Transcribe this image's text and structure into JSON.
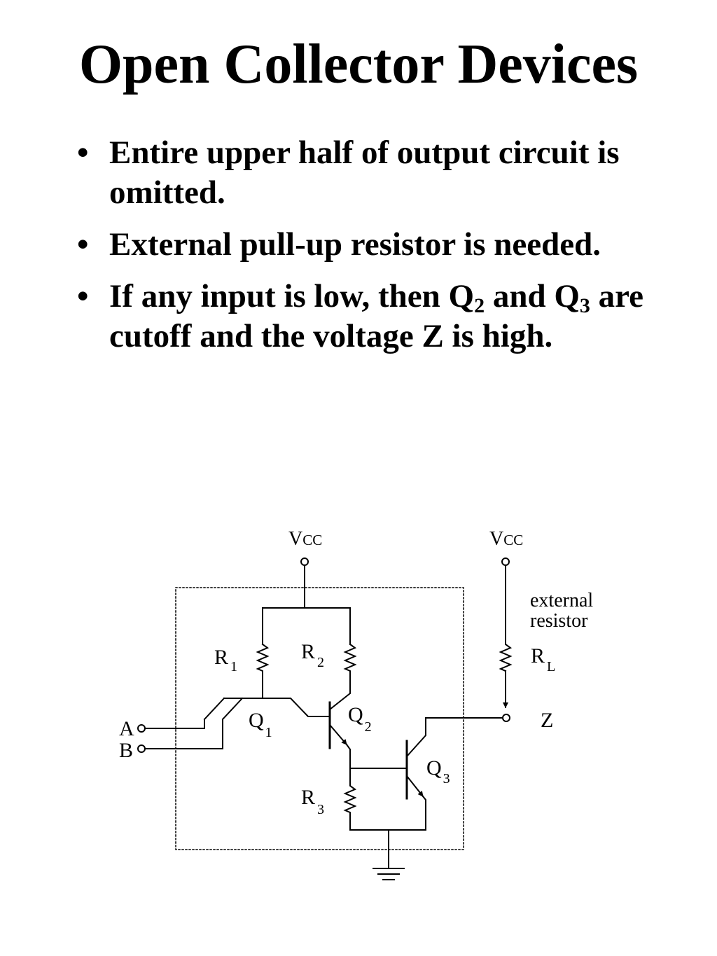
{
  "slide": {
    "title": "Open Collector Devices",
    "bullet_symbol": "•"
  },
  "bullets": [
    {
      "segments": [
        {
          "text": "Entire upper half of output circuit is omitted."
        }
      ]
    },
    {
      "segments": [
        {
          "text": "External pull-up resistor is needed."
        }
      ]
    },
    {
      "segments": [
        {
          "text": "If any input is low, then Q"
        },
        {
          "sub": "2"
        },
        {
          "text": " and Q"
        },
        {
          "sub": "3"
        },
        {
          "text": " are cutoff and the voltage Z is high."
        }
      ]
    }
  ],
  "diagram": {
    "vcc_left": {
      "main": "V",
      "sub": "CC"
    },
    "vcc_right": {
      "main": "V",
      "sub": "CC"
    },
    "external_resistor_note": [
      "external",
      "resistor"
    ],
    "r1": {
      "main": "R",
      "sub": "1"
    },
    "r2": {
      "main": "R",
      "sub": "2"
    },
    "r3": {
      "main": "R",
      "sub": "3"
    },
    "rl": {
      "main": "R",
      "sub": "L"
    },
    "q1": {
      "main": "Q",
      "sub": "1"
    },
    "q2": {
      "main": "Q",
      "sub": "2"
    },
    "q3": {
      "main": "Q",
      "sub": "3"
    },
    "input_a": "A",
    "input_b": "B",
    "output_z": "Z"
  }
}
